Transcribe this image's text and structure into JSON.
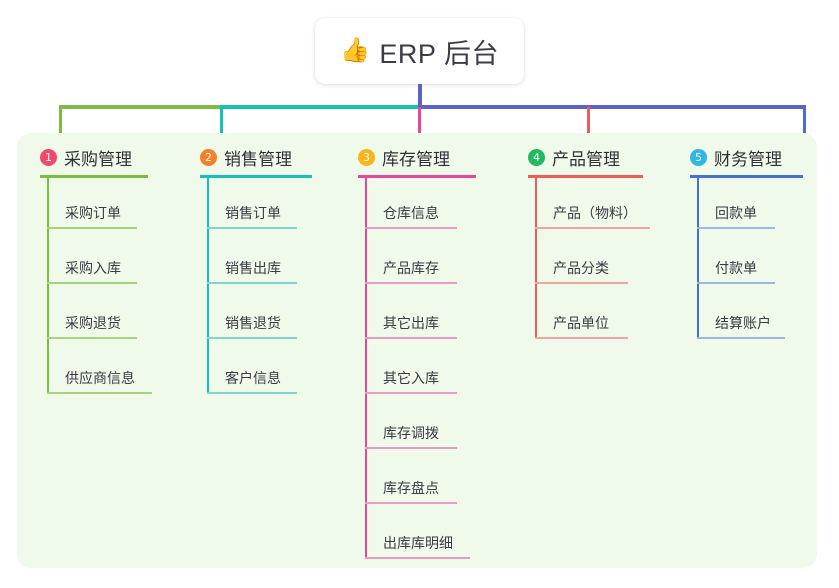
{
  "root": {
    "icon": "thumbs-up-icon",
    "icon_glyph": "👍",
    "title": "ERP 后台",
    "box_color": "#ffffff"
  },
  "panel": {
    "background": "#effaeb"
  },
  "connectors": {
    "stem_color": "#5b63c4",
    "bus_segments": [
      "#7dbb42",
      "#15c1b0",
      "#5b63c4"
    ]
  },
  "columns": [
    {
      "number": "1",
      "badge_color": "#f4486b",
      "line_color": "#7dbb42",
      "item_line_color": "#a8d27f",
      "title": "采购管理",
      "items": [
        {
          "label": "采购订单",
          "width": 90
        },
        {
          "label": "采购入库",
          "width": 90
        },
        {
          "label": "采购退货",
          "width": 90
        },
        {
          "label": "供应商信息",
          "width": 105
        }
      ]
    },
    {
      "number": "2",
      "badge_color": "#f48128",
      "line_color": "#15c1b0",
      "item_line_color": "#7fd6cd",
      "title": "销售管理",
      "items": [
        {
          "label": "销售订单",
          "width": 90
        },
        {
          "label": "销售出库",
          "width": 90
        },
        {
          "label": "销售退货",
          "width": 90
        },
        {
          "label": "客户信息",
          "width": 90
        }
      ]
    },
    {
      "number": "3",
      "badge_color": "#f9b418",
      "line_color": "#e8469b",
      "item_line_color": "#e999c3",
      "title": "库存管理",
      "items": [
        {
          "label": "仓库信息",
          "width": 92
        },
        {
          "label": "产品库存",
          "width": 92
        },
        {
          "label": "其它出库",
          "width": 92
        },
        {
          "label": "其它入库",
          "width": 92
        },
        {
          "label": "库存调拨",
          "width": 92
        },
        {
          "label": "库存盘点",
          "width": 92
        },
        {
          "label": "出库库明细",
          "width": 105
        }
      ]
    },
    {
      "number": "4",
      "badge_color": "#23b862",
      "line_color": "#f05b5b",
      "item_line_color": "#f3a3a0",
      "title": "产品管理",
      "items": [
        {
          "label": "产品（物料）",
          "width": 115
        },
        {
          "label": "产品分类",
          "width": 93
        },
        {
          "label": "产品单位",
          "width": 93
        }
      ]
    },
    {
      "number": "5",
      "badge_color": "#2eb6e8",
      "line_color": "#4a6fd4",
      "item_line_color": "#a0b6e2",
      "title": "财务管理",
      "items": [
        {
          "label": "回款单",
          "width": 78
        },
        {
          "label": "付款单",
          "width": 78
        },
        {
          "label": "结算账户",
          "width": 88
        }
      ]
    }
  ]
}
